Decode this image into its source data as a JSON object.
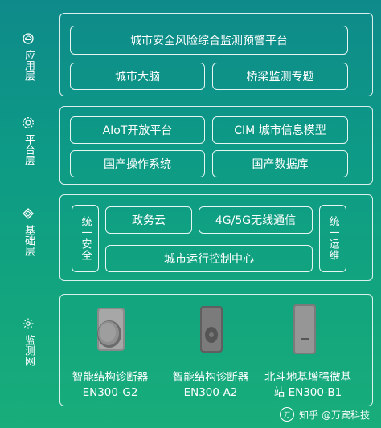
{
  "layers": {
    "app": {
      "label": "应用层",
      "icon": "cloud-icon",
      "top": "城市安全风险综合监测预警平台",
      "items": [
        "城市大脑",
        "桥梁监测专题"
      ]
    },
    "platform": {
      "label": "平台层",
      "icon": "gear-icon",
      "items": [
        "AIoT开放平台",
        "CIM 城市信息模型",
        "国产操作系统",
        "国产数据库"
      ]
    },
    "base": {
      "label": "基础层",
      "icon": "diamond-icon",
      "left": "统一安全",
      "right": "统一运维",
      "items": [
        "政务云",
        "4G/5G无线通信",
        "城市运行控制中心"
      ]
    },
    "monitor": {
      "label": "监测网",
      "icon": "sensor-icon",
      "devices": [
        {
          "name": "智能结构诊断器",
          "model": "EN300-G2",
          "icon": "round-sensor-icon"
        },
        {
          "name": "智能结构诊断器",
          "model": "EN300-A2",
          "icon": "box-sensor-icon"
        },
        {
          "name": "北斗地基增强微基",
          "model": "站 EN300-B1",
          "icon": "gnss-station-icon"
        }
      ]
    }
  },
  "watermark": {
    "text": "知乎 @万宾科技",
    "logo": "万"
  }
}
